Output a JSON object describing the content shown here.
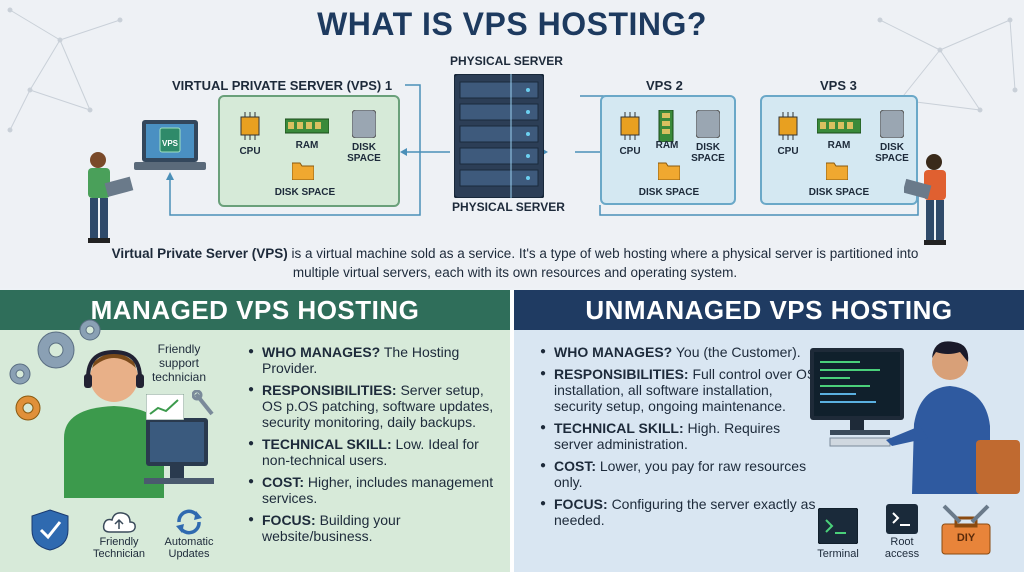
{
  "title": "WHAT IS VPS HOSTING?",
  "diagram": {
    "physical_server_label_top": "PHYSICAL SERVER",
    "physical_server_label_bottom": "PHYSICAL SERVER",
    "vps1_label": "VIRTUAL PRIVATE SERVER (VPS) 1",
    "vps2_label": "VPS 2",
    "vps3_label": "VPS 3",
    "laptop_screen": "VPS",
    "resources": {
      "cpu": "CPU",
      "ram": "RAM",
      "disk_space": "DISK SPACE",
      "disk_space_line1": "DISK",
      "disk_space_line2": "SPACE"
    }
  },
  "description": {
    "lead": "Virtual Private Server (VPS)",
    "rest": " is a virtual machine sold as a service. It's a type of web hosting where a physical server is partitioned into multiple virtual servers, each with its own resources and operating system."
  },
  "managed": {
    "heading": "MANAGED VPS HOSTING",
    "tech_label": "Friendly support technician",
    "items": [
      {
        "key": "WHO MANAGES?",
        "value": "The Hosting Provider."
      },
      {
        "key": "RESPONSIBILITIES:",
        "value": "Server setup, OS p.OS patching, software updates, security monitoring, daily backups."
      },
      {
        "key": "TECHNICAL SKILL:",
        "value": "Low. Ideal for non-technical users."
      },
      {
        "key": "COST:",
        "value": "Higher, includes management services."
      },
      {
        "key": "FOCUS:",
        "value": "Building your website/business."
      }
    ],
    "icons": [
      {
        "label": "",
        "icon": "shield-check-icon"
      },
      {
        "label": "Friendly Technician",
        "icon": "cloud-upload-icon"
      },
      {
        "label": "Automatic Updates",
        "icon": "refresh-icon"
      }
    ]
  },
  "unmanaged": {
    "heading": "UNMANAGED VPS HOSTING",
    "items": [
      {
        "key": "WHO MANAGES?",
        "value": "You (the Customer)."
      },
      {
        "key": "RESPONSIBILITIES:",
        "value": "Full control over OS installation, all software installation, security setup, ongoing maintenance."
      },
      {
        "key": "TECHNICAL SKILL:",
        "value": "High. Requires server administration."
      },
      {
        "key": "COST:",
        "value": "Lower, you pay for raw resources only."
      },
      {
        "key": "FOCUS:",
        "value": "Configuring the server exactly as needed."
      }
    ],
    "icons": [
      {
        "label": "Terminal",
        "icon": "terminal-icon"
      },
      {
        "label": "Root access",
        "icon": "root-terminal-icon"
      },
      {
        "label": "DIY",
        "icon": "toolbox-icon"
      }
    ]
  },
  "colors": {
    "title": "#1d3a5f",
    "managed_header": "#2f6e5a",
    "managed_bg": "#d7ead9",
    "unmanaged_header": "#1f3b62",
    "unmanaged_bg": "#d9e6f2",
    "vps_green": "#d6ead8",
    "vps_blue": "#d4e8f2"
  }
}
